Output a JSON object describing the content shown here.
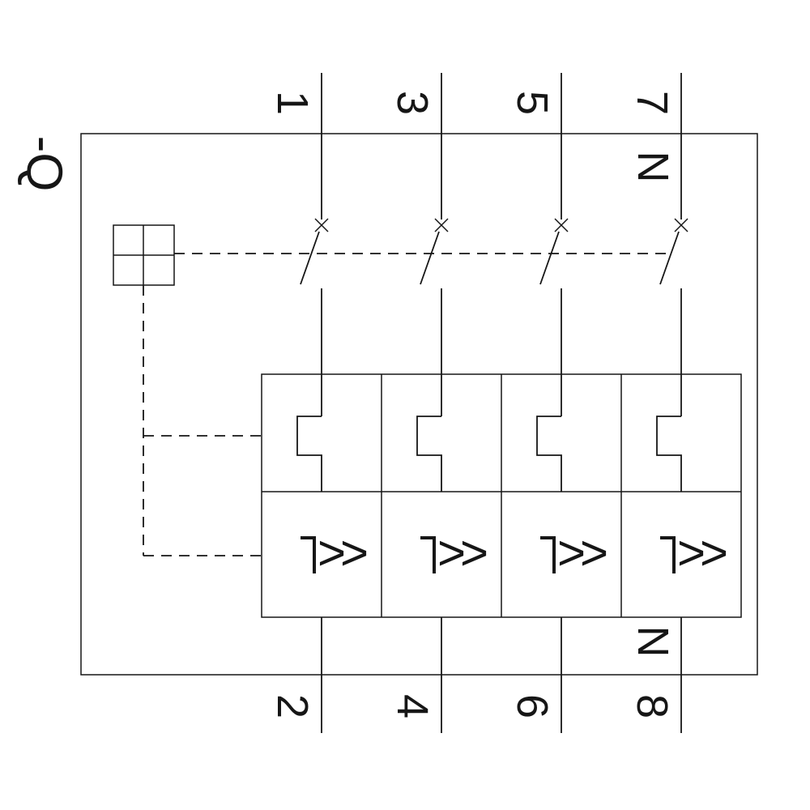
{
  "diagram": {
    "device_label": "-Q",
    "neutral_top_label": "N",
    "neutral_bottom_label": "N",
    "poles": [
      {
        "name": "pole-1",
        "top_terminal": "1",
        "bottom_terminal": "2",
        "magnetic_trip_label": "I>>",
        "magnetic_chevrons": ">>"
      },
      {
        "name": "pole-2",
        "top_terminal": "3",
        "bottom_terminal": "4",
        "magnetic_trip_label": "I>>",
        "magnetic_chevrons": ">>"
      },
      {
        "name": "pole-3",
        "top_terminal": "5",
        "bottom_terminal": "6",
        "magnetic_trip_label": "I>>",
        "magnetic_chevrons": ">>"
      },
      {
        "name": "pole-4-neutral",
        "top_terminal": "7",
        "bottom_terminal": "8",
        "magnetic_trip_label": "I>>",
        "magnetic_chevrons": ">>"
      }
    ],
    "colors": {
      "line": "#161616",
      "background": "#ffffff"
    }
  }
}
